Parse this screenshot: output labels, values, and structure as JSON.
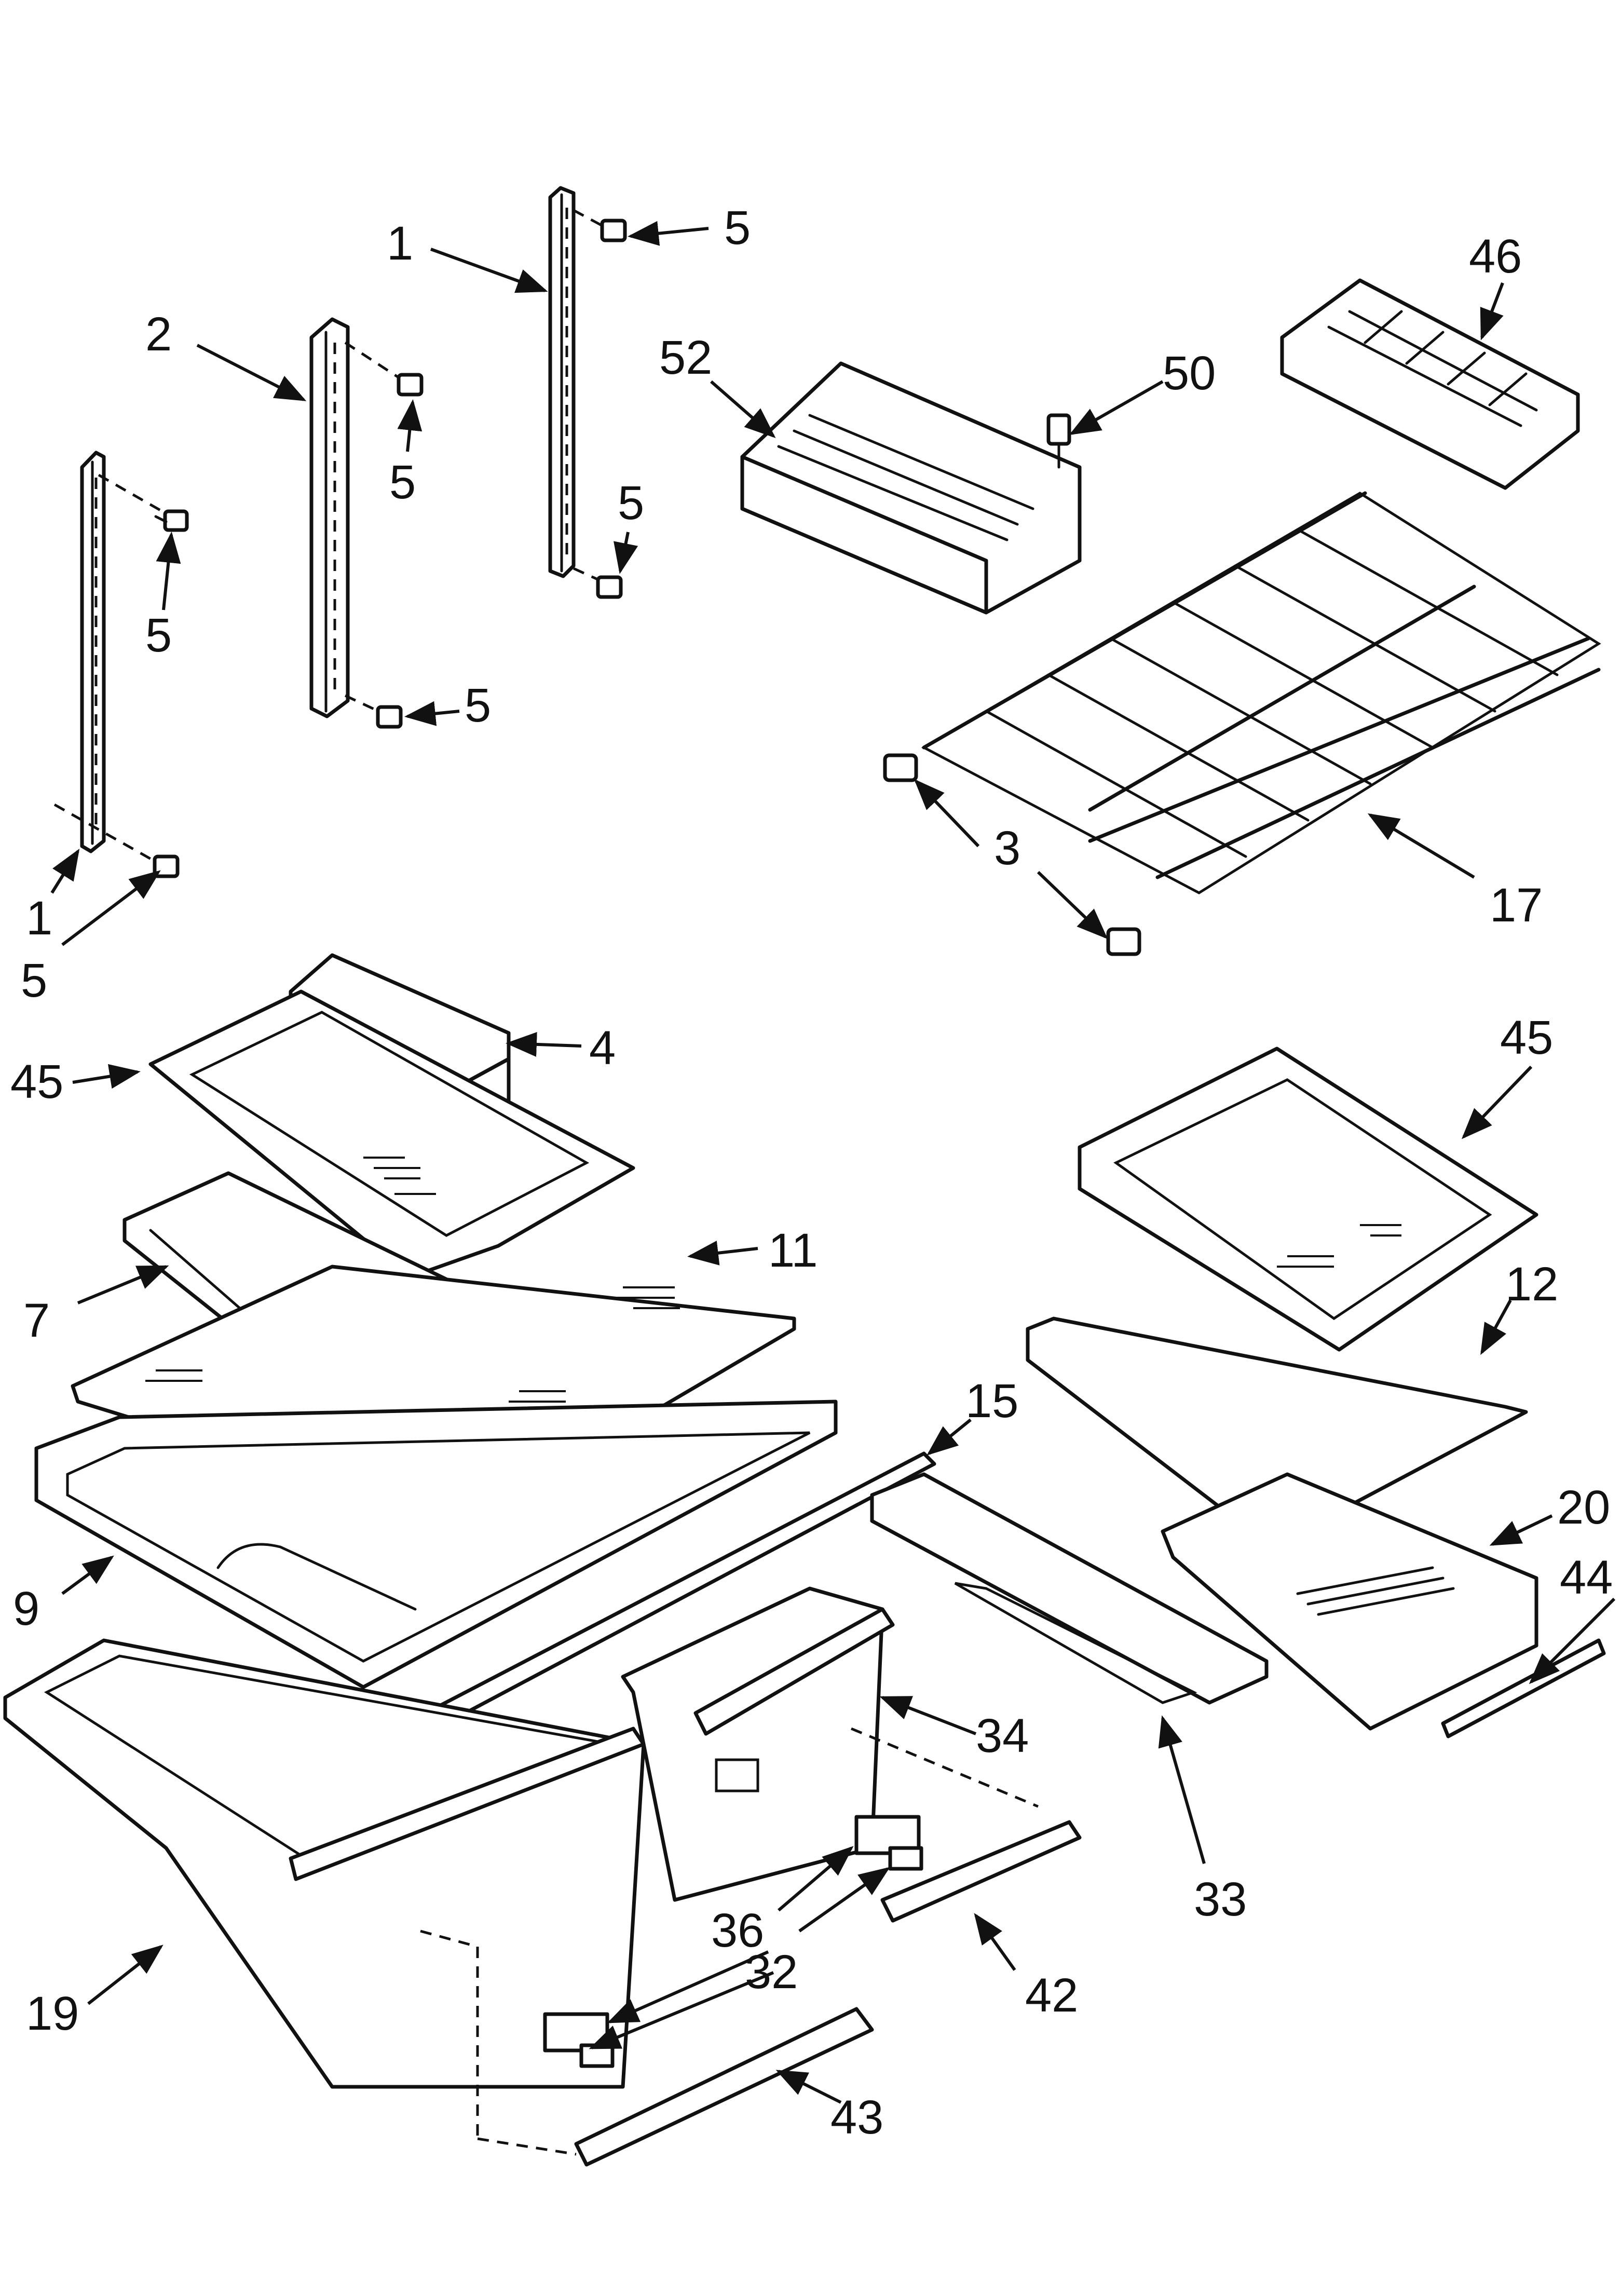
{
  "callouts": {
    "c1_top": "1",
    "c1_left": "1",
    "c2": "2",
    "c3": "3",
    "c4": "4",
    "c5_a": "5",
    "c5_b": "5",
    "c5_c": "5",
    "c5_d": "5",
    "c5_e": "5",
    "c5_f": "5",
    "c7": "7",
    "c9": "9",
    "c11": "11",
    "c12": "12",
    "c15": "15",
    "c17": "17",
    "c19": "19",
    "c20": "20",
    "c32": "32",
    "c33": "33",
    "c34": "34",
    "c36": "36",
    "c42": "42",
    "c43": "43",
    "c44": "44",
    "c45_left": "45",
    "c45_right": "45",
    "c46": "46",
    "c50": "50",
    "c52": "52"
  },
  "colors": {
    "line": "#111111",
    "background": "#ffffff"
  }
}
